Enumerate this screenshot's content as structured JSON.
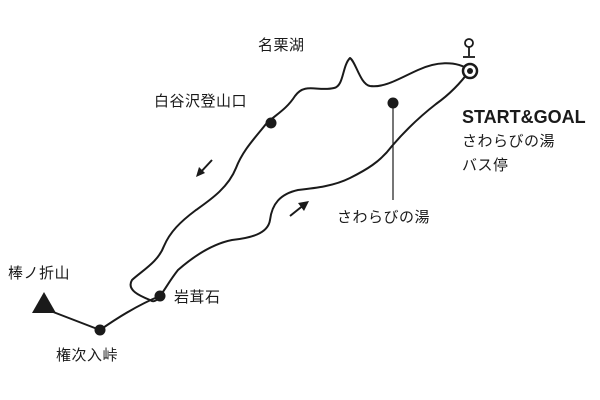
{
  "map": {
    "labels": {
      "lake": "名栗湖",
      "shiratanisawa": "白谷沢登山口",
      "sawarabi_onsen": "さわらびの湯",
      "start_goal": "START&GOAL",
      "bus_stop_line1": "さわらびの湯",
      "bus_stop_line2": "バス停",
      "bounoreyama": "棒ノ折山",
      "iwatakeishi": "岩茸石",
      "gonjiriritoge": "権次入峠"
    },
    "icons": {
      "bus_stop": "bus-stop-pin-icon",
      "summit": "summit-triangle-icon",
      "direction": "direction-arrow-icon"
    },
    "colors": {
      "ink": "#1a1a1a",
      "background": "#ffffff"
    }
  }
}
